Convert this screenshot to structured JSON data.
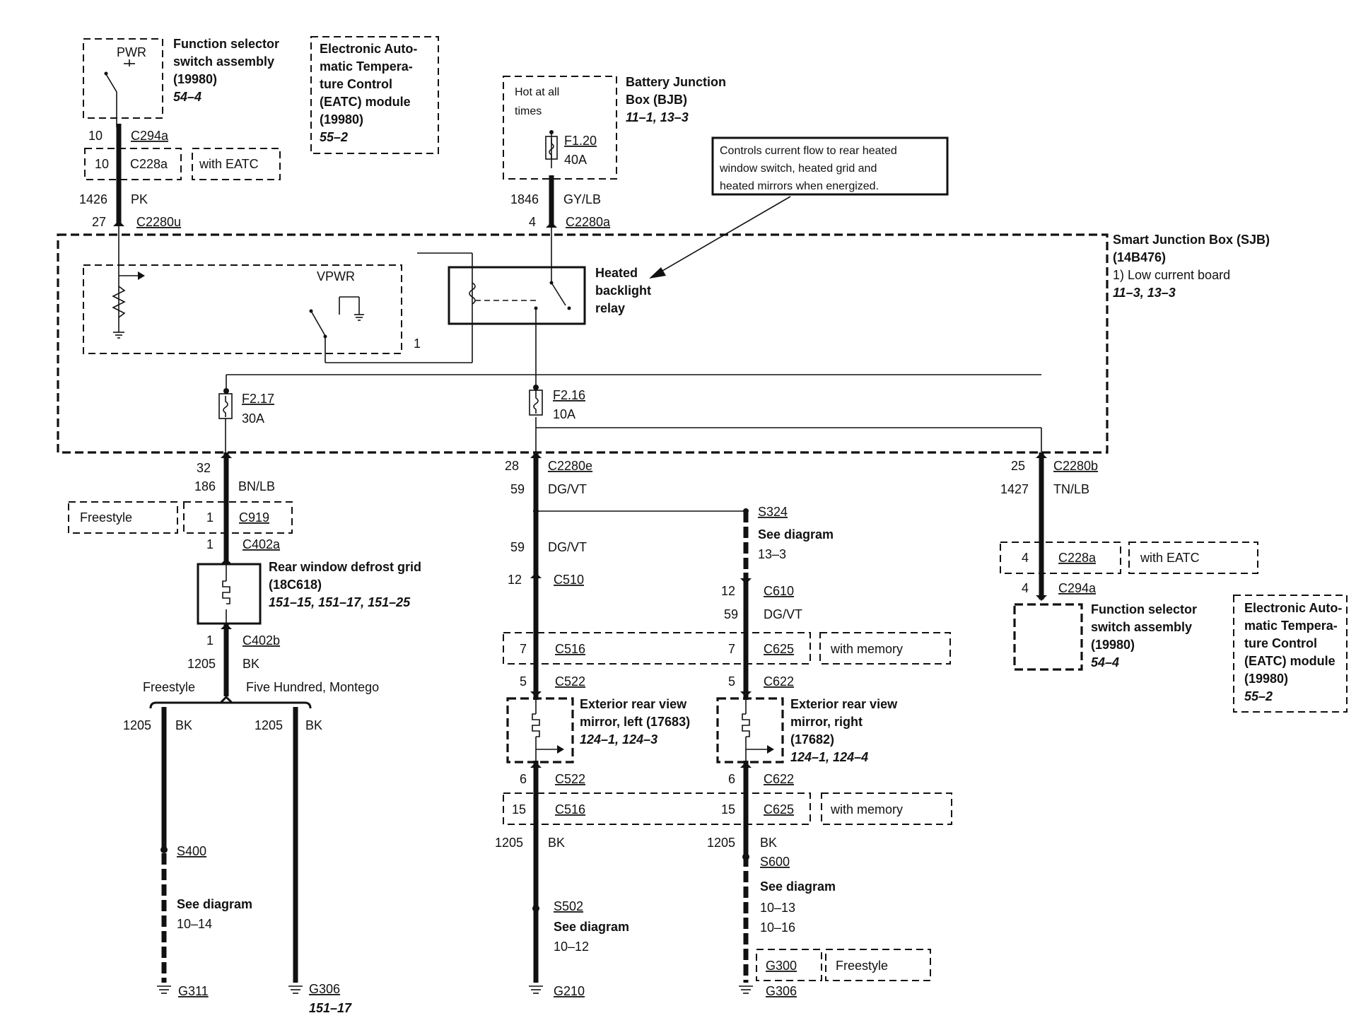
{
  "top": {
    "fss_title": [
      "Function selector",
      "switch assembly",
      "(19980)"
    ],
    "fss_ref": "54–4",
    "pwr": "PWR",
    "eatc_title": [
      "Electronic Auto-",
      "matic Tempera-",
      "ture Control",
      "(EATC) module",
      "(19980)"
    ],
    "eatc_ref": "55–2",
    "c294a_pin": "10",
    "c294a": "C294a",
    "c228a_pin": "10",
    "c228a": "C228a",
    "with_eatc": "with EATC",
    "circ1426": "1426",
    "pk": "PK",
    "c2280u_pin": "27",
    "c2280u": "C2280u",
    "hot": [
      "Hot at all",
      "times"
    ],
    "f120": "F1.20",
    "f120_a": "40A",
    "bjb_title": [
      "Battery Junction",
      "Box (BJB)"
    ],
    "bjb_ref": "11–1, 13–3",
    "circ1846": "1846",
    "gylb": "GY/LB",
    "c2280a_pin": "4",
    "c2280a": "C2280a",
    "callout": [
      "Controls current flow to rear heated",
      "window switch, heated grid and",
      "heated mirrors when energized."
    ]
  },
  "sjb": {
    "title": [
      "Smart Junction Box (SJB)",
      "(14B476)"
    ],
    "note": "1)    Low current board",
    "ref": "11–3, 13–3",
    "vpwr": "VPWR",
    "note_num": "1",
    "relay": [
      "Heated",
      "backlight",
      "relay"
    ],
    "f217": "F2.17",
    "f217_a": "30A",
    "f216": "F2.16",
    "f216_a": "10A"
  },
  "left": {
    "pin32": "32",
    "circ186": "186",
    "bnlb": "BN/LB",
    "freestyle": "Freestyle",
    "c919_pin": "1",
    "c919": "C919",
    "c402a_pin": "1",
    "c402a": "C402a",
    "grid_title": [
      "Rear window defrost grid",
      "(18C618)"
    ],
    "grid_ref": "151–15, 151–17, 151–25",
    "c402b_pin": "1",
    "c402b": "C402b",
    "circ1205": "1205",
    "bk": "BK",
    "branch_left": "Freestyle",
    "branch_right": "Five Hundred, Montego",
    "l_circ": "1205",
    "l_bk": "BK",
    "r_circ": "1205",
    "r_bk": "BK",
    "s400": "S400",
    "see": "See diagram",
    "see_ref": "10–14",
    "g311": "G311",
    "g306": "G306",
    "g306_ref": "151–17"
  },
  "mid": {
    "pin28": "28",
    "c2280e": "C2280e",
    "circ59": "59",
    "dgvt": "DG/VT",
    "s324": "S324",
    "s324_see": "See diagram",
    "s324_ref": "13–3",
    "circ59b": "59",
    "dgvt2": "DG/VT",
    "c510_pin": "12",
    "c510": "C510",
    "c610_pin": "12",
    "c610": "C610",
    "circ59c": "59",
    "dgvt3": "DG/VT",
    "c516_pin": "7",
    "c516": "C516",
    "c625_pin": "7",
    "c625": "C625",
    "with_memory": "with memory",
    "c522_pin": "5",
    "c522": "C522",
    "c622_pin": "5",
    "c622": "C622",
    "mirror_l": [
      "Exterior rear view",
      "mirror, left (17683)"
    ],
    "mirror_l_ref": "124–1, 124–3",
    "mirror_r": [
      "Exterior rear view",
      "mirror, right",
      "(17682)"
    ],
    "mirror_r_ref": "124–1, 124–4",
    "c522b_pin": "6",
    "c522b": "C522",
    "c622b_pin": "6",
    "c622b": "C622",
    "c516b_pin": "15",
    "c516b": "C516",
    "c625b_pin": "15",
    "c625b": "C625",
    "with_memory2": "with memory",
    "l1205": "1205",
    "lbk": "BK",
    "r1205": "1205",
    "rbk": "BK",
    "s502": "S502",
    "s502_see": "See diagram",
    "s502_ref": "10–12",
    "s600": "S600",
    "s600_see": "See diagram",
    "s600_ref1": "10–13",
    "s600_ref2": "10–16",
    "g300": "G300",
    "freestyle": "Freestyle",
    "g210": "G210",
    "g306": "G306"
  },
  "right": {
    "pin25": "25",
    "c2280b": "C2280b",
    "circ1427": "1427",
    "tnlb": "TN/LB",
    "c228a_pin": "4",
    "c228a": "C228a",
    "with_eatc": "with EATC",
    "c294a_pin": "4",
    "c294a": "C294a",
    "fss_title": [
      "Function selector",
      "switch assembly",
      "(19980)"
    ],
    "fss_ref": "54–4",
    "eatc_title": [
      "Electronic Auto-",
      "matic Tempera-",
      "ture Control",
      "(EATC) module",
      "(19980)"
    ],
    "eatc_ref": "55–2"
  }
}
